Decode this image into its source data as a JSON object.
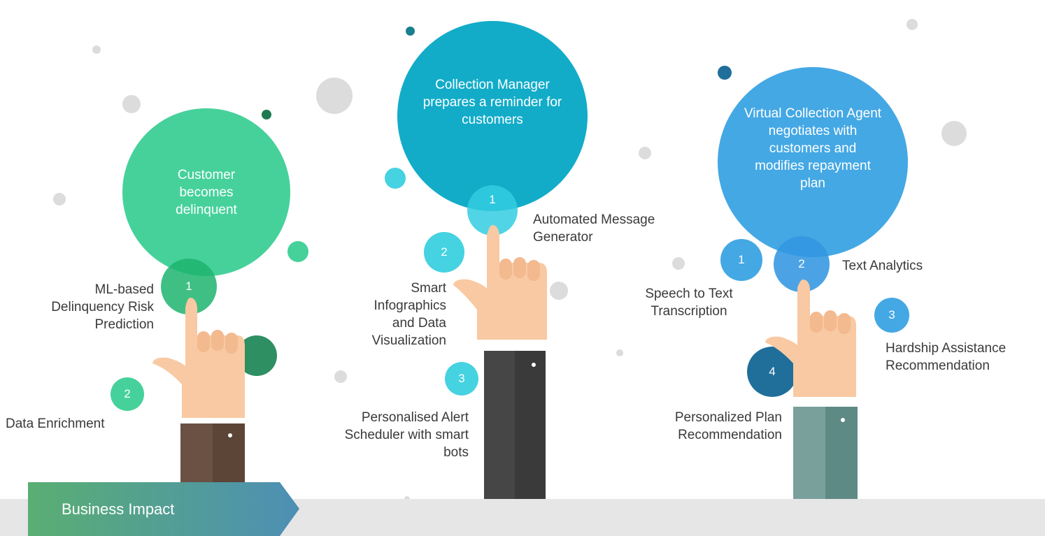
{
  "colors": {
    "green": "#46d19b",
    "green_dark": "#2e8f62",
    "teal": "#12acc9",
    "cyan": "#45d2e1",
    "blue": "#44a8e4",
    "navy": "#1f6f9a",
    "gray_dot": "#dcdcdc"
  },
  "stages": [
    {
      "title": "Customer becomes delinquent",
      "steps": [
        {
          "number": "1",
          "label": "ML-based Delinquency Risk Prediction"
        },
        {
          "number": "2",
          "label": "Data Enrichment"
        }
      ]
    },
    {
      "title": "Collection Manager prepares a reminder for customers",
      "steps": [
        {
          "number": "1",
          "label": "Automated Message Generator"
        },
        {
          "number": "2",
          "label": "Smart Infographics and Data Visualization"
        },
        {
          "number": "3",
          "label": "Personalised Alert Scheduler with smart bots"
        }
      ]
    },
    {
      "title": "Virtual Collection Agent negotiates with customers and modifies repayment plan",
      "steps": [
        {
          "number": "1",
          "label": "Speech to Text Transcription"
        },
        {
          "number": "2",
          "label": "Text Analytics"
        },
        {
          "number": "3",
          "label": "Hardship Assistance Recommendation"
        },
        {
          "number": "4",
          "label": "Personalized Plan Recommendation"
        }
      ]
    }
  ],
  "footer": {
    "banner": "Business Impact"
  }
}
